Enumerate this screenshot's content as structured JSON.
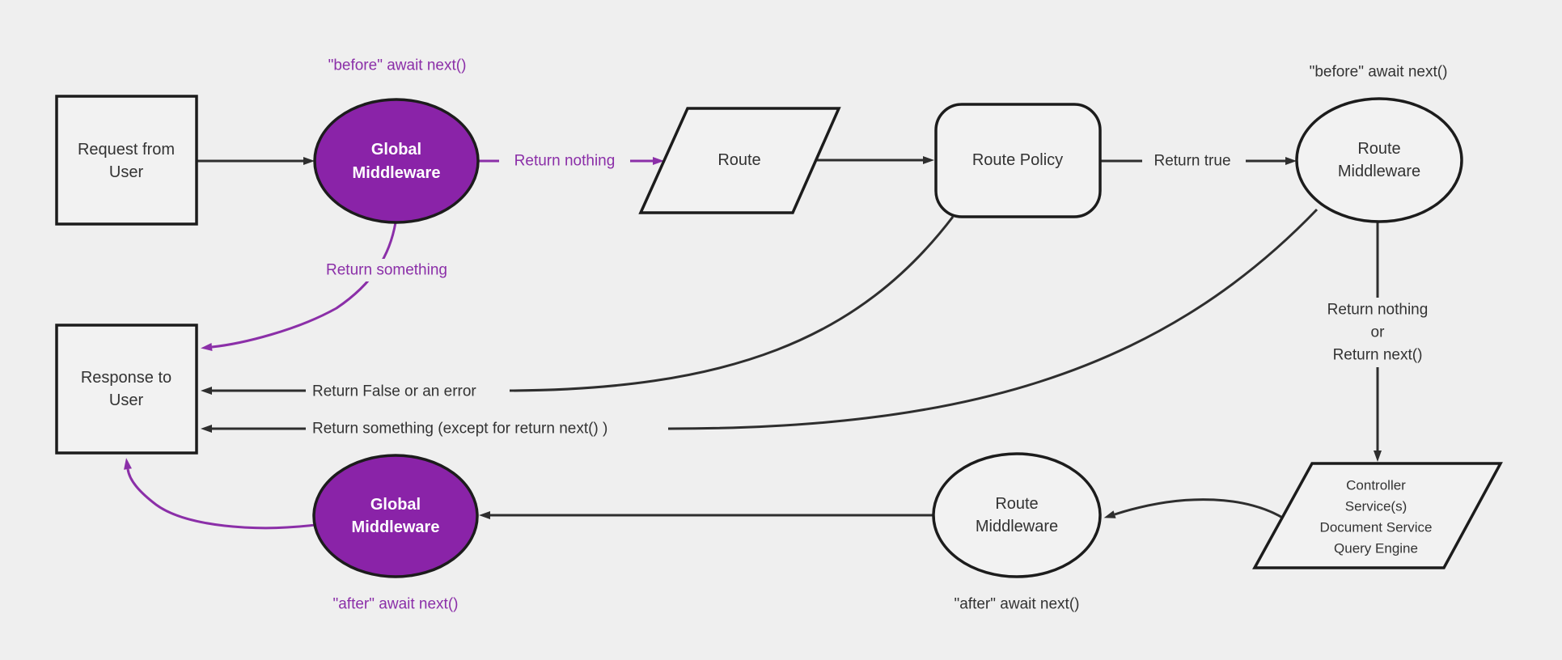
{
  "colors": {
    "background": "#efefef",
    "node_fill": "#f2f2f2",
    "node_stroke": "#1c1c1c",
    "edge": "#2e2e2e",
    "text": "#333333",
    "purple": "#8b2fa8",
    "purple_fill": "#8a23a8",
    "white": "#ffffff"
  },
  "nodes": {
    "request": {
      "lines": [
        "Request from",
        "User"
      ]
    },
    "global_mw_top": {
      "lines": [
        "Global",
        "Middleware"
      ]
    },
    "route": {
      "label": "Route"
    },
    "route_policy": {
      "label": "Route Policy"
    },
    "route_mw_top": {
      "lines": [
        "Route",
        "Middleware"
      ]
    },
    "controller": {
      "lines": [
        "Controller",
        "Service(s)",
        "Document Service",
        "Query Engine"
      ]
    },
    "route_mw_bottom": {
      "lines": [
        "Route",
        "Middleware"
      ]
    },
    "global_mw_bottom": {
      "lines": [
        "Global",
        "Middleware"
      ]
    },
    "response": {
      "lines": [
        "Response to",
        "User"
      ]
    }
  },
  "labels": {
    "before_left": "\"before\" await next()",
    "before_right": "\"before\" await next()",
    "after_left": "\"after\" await next()",
    "after_right": "\"after\" await next()",
    "return_nothing": "Return nothing",
    "return_true": "Return true",
    "return_something": "Return something",
    "return_nothing_or": [
      "Return nothing",
      "or",
      "Return next()"
    ],
    "return_false": "Return False or an error",
    "return_something_except": "Return something (except for return next() )"
  }
}
